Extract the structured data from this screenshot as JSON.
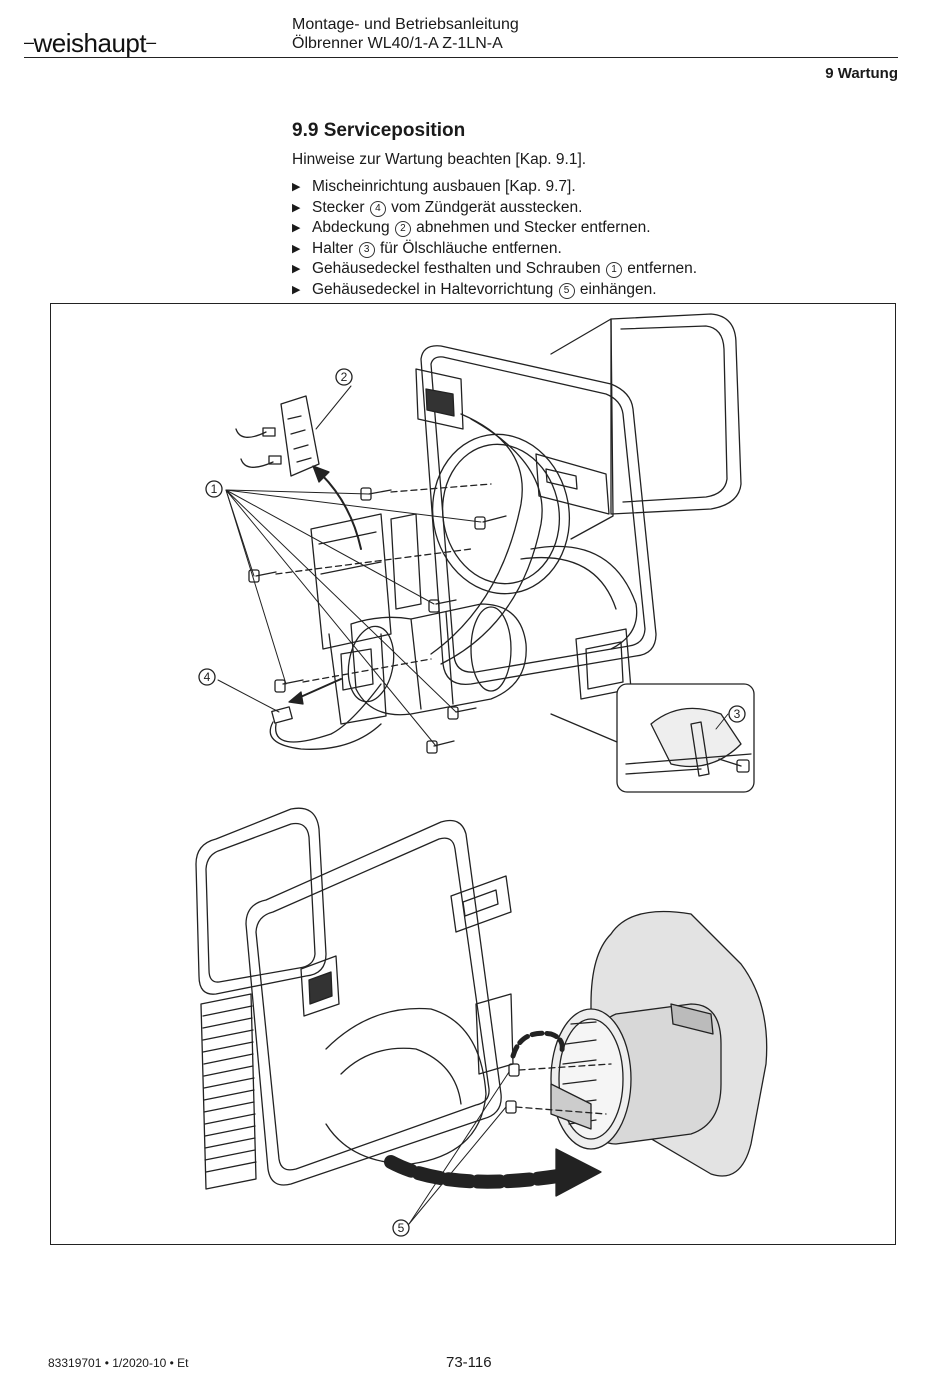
{
  "header": {
    "logo": "weishaupt",
    "doc_title_line1": "Montage- und Betriebsanleitung",
    "doc_title_line2": "Ölbrenner WL40/1-A Z-1LN-A",
    "chapter": "9 Wartung"
  },
  "section": {
    "title": "9.9 Serviceposition",
    "intro": "Hinweise zur Wartung beachten [Kap. 9.1].",
    "steps": [
      {
        "pre": "Mischeinrichtung ausbauen [Kap. 9.7].",
        "num": "",
        "post": ""
      },
      {
        "pre": "Stecker ",
        "num": "4",
        "post": " vom Zündgerät ausstecken."
      },
      {
        "pre": "Abdeckung ",
        "num": "2",
        "post": " abnehmen und Stecker entfernen."
      },
      {
        "pre": "Halter ",
        "num": "3",
        "post": " für Ölschläuche entfernen."
      },
      {
        "pre": "Gehäusedeckel festhalten und Schrauben ",
        "num": "1",
        "post": " entfernen."
      },
      {
        "pre": "Gehäusedeckel in Haltevorrichtung ",
        "num": "5",
        "post": " einhängen."
      }
    ]
  },
  "figure": {
    "callouts": [
      "1",
      "2",
      "3",
      "4",
      "5"
    ]
  },
  "footer": {
    "doc_ref": "83319701 • 1/2020-10 • Et",
    "page": "73-116"
  }
}
